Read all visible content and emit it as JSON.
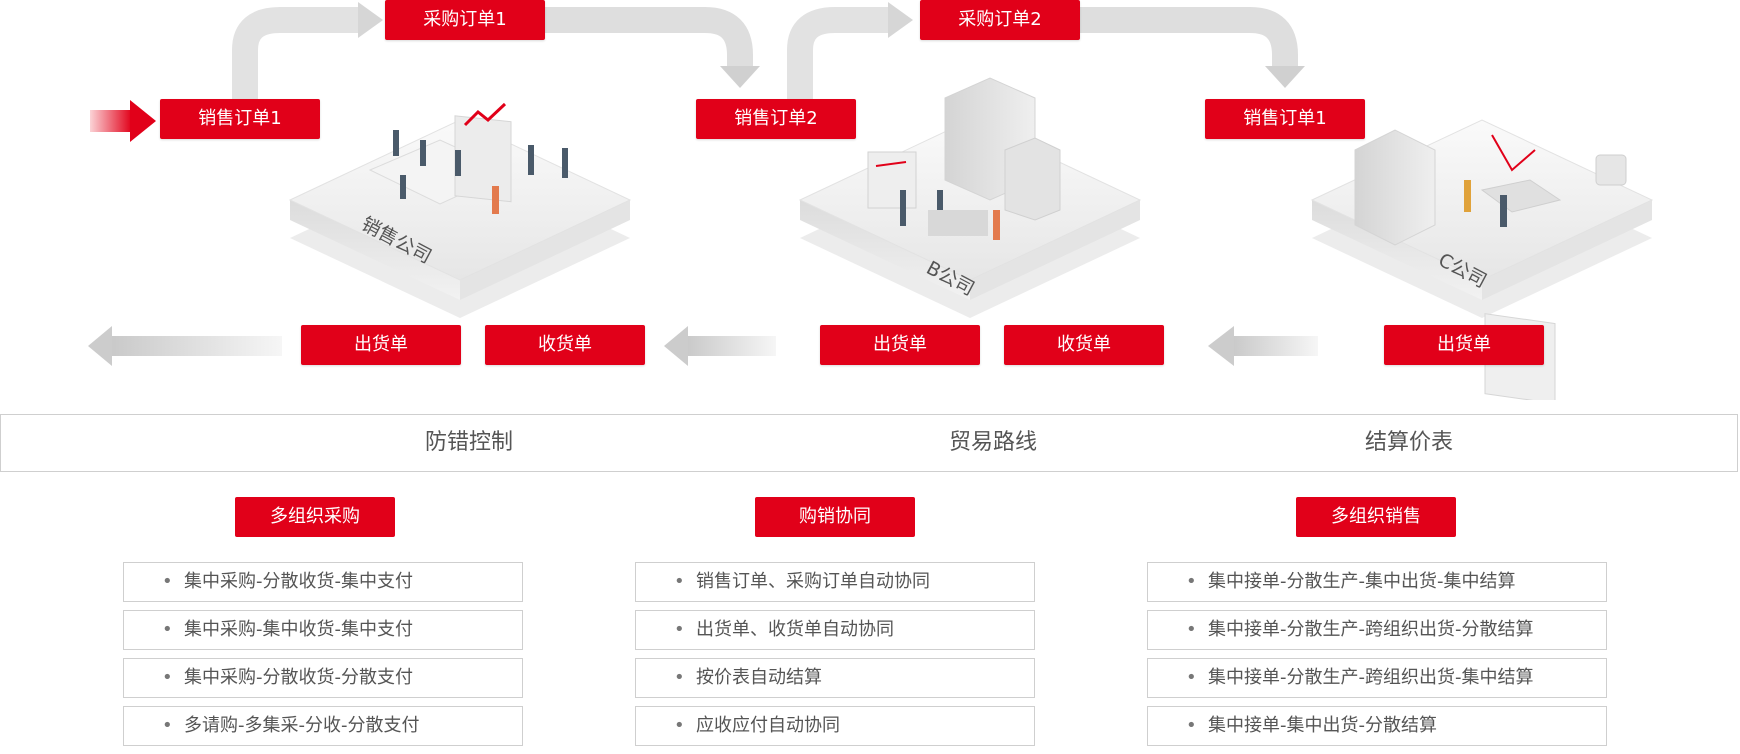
{
  "flow_tags": {
    "sales_order_1_left": "销售订单1",
    "purchase_order_1": "采购订单1",
    "sales_order_2": "销售订单2",
    "purchase_order_2": "采购订单2",
    "sales_order_1_right": "销售订单1",
    "shipment_1": "出货单",
    "receipt_1": "收货单",
    "shipment_2": "出货单",
    "receipt_2": "收货单",
    "shipment_3": "出货单"
  },
  "companies": {
    "sales": "销售公司",
    "b": "B公司",
    "c": "C公司"
  },
  "features_bar": [
    "防错控制",
    "贸易路线",
    "结算价表"
  ],
  "columns": [
    {
      "title": "多组织采购",
      "items": [
        "集中采购-分散收货-集中支付",
        "集中采购-集中收货-集中支付",
        "集中采购-分散收货-分散支付",
        "多请购-多集采-分收-分散支付"
      ]
    },
    {
      "title": "购销协同",
      "items": [
        "销售订单、采购订单自动协同",
        "出货单、收货单自动协同",
        "按价表自动结算",
        "应收应付自动协同"
      ]
    },
    {
      "title": "多组织销售",
      "items": [
        "集中接单-分散生产-集中出货-集中结算",
        "集中接单-分散生产-跨组织出货-分散结算",
        "集中接单-分散生产-跨组织出货-集中结算",
        "集中接单-集中出货-分散结算"
      ]
    }
  ],
  "colors": {
    "accent": "#e10019",
    "arrow_gray": "#d9d9d9",
    "border": "#cfcfcf",
    "text": "#555555"
  }
}
